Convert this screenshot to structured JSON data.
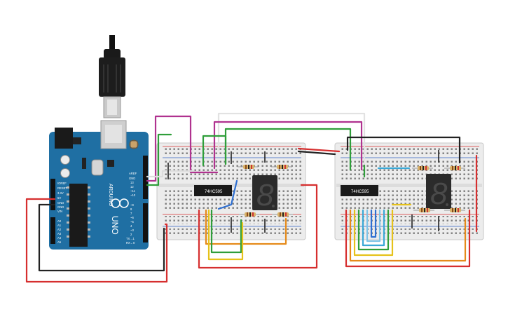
{
  "arduino": {
    "model": "UNO",
    "brand": "ARDUINO",
    "header_top": [
      "AREF",
      "GND",
      "13",
      "12",
      "~11",
      "~10",
      "~9",
      "8",
      "7",
      "~6",
      "~5",
      "4",
      "~3",
      "2",
      "TX→1",
      "RX←0"
    ],
    "header_power": [
      "IOREF",
      "RESET",
      "3.3V",
      "5V",
      "GND",
      "GND",
      "VIN"
    ],
    "header_analog": [
      "A0",
      "A1",
      "A2",
      "A3",
      "A4",
      "A5"
    ],
    "colors": {
      "board": "#1f6fa3",
      "usb_cable": "#1a1a1a",
      "usb_plug": "#c8c8c8"
    }
  },
  "breadboards": [
    {
      "id": "bb1",
      "chip_label": "74HC595",
      "display_digit": "8"
    },
    {
      "id": "bb2",
      "chip_label": "74HC595",
      "display_digit": "8"
    }
  ],
  "wire_colors": {
    "red": "#d62f2f",
    "black": "#222222",
    "green": "#2f9e3a",
    "magenta": "#b0328f",
    "white": "#dddddd",
    "yellow": "#e6c21a",
    "orange": "#e58a1a",
    "cyan": "#3aa8d6",
    "blue": "#2e6fd1"
  }
}
